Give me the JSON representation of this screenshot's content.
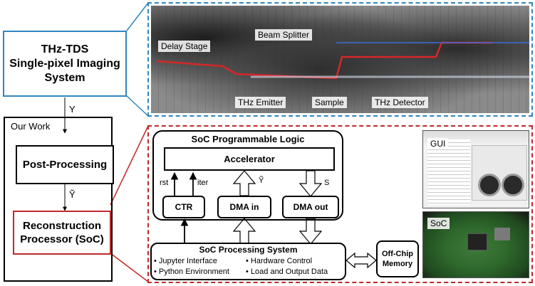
{
  "left_panel": {
    "thz_system_label": "THz-TDS\nSingle-pixel Imaging\nSystem",
    "our_work_label": "Our Work",
    "signal_y": "Y",
    "post_processing_label": "Post-Processing",
    "signal_y_tilde": "Ỹ",
    "reconstruction_label": "Reconstruction\nProcessor (SoC)"
  },
  "setup_photo": {
    "labels": {
      "delay_stage": "Delay Stage",
      "beam_splitter": "Beam Splitter",
      "thz_emitter": "THz Emitter",
      "sample": "Sample",
      "thz_detector": "THz Detector"
    }
  },
  "soc_diagram": {
    "programmable_logic_title": "SoC Programmable Logic",
    "accelerator_label": "Accelerator",
    "signal_rst": "rst",
    "signal_iter": "iter",
    "signal_y_tilde": "Ỹ",
    "signal_s": "S",
    "ctr_label": "CTR",
    "dma_in_label": "DMA in",
    "dma_out_label": "DMA out",
    "processing_system_title": "SoC Processing System",
    "ps_items": [
      "Jupyter Interface",
      "Hardware Control",
      "Python Environment",
      "Load and Output Data"
    ],
    "off_chip_memory_label": "Off-Chip\nMemory"
  },
  "right_photos": {
    "gui_label": "GUI",
    "soc_label": "SoC"
  },
  "colors": {
    "blue_accent": "#2e86c1",
    "red_accent": "#c0292b",
    "dark_border": "#000000"
  }
}
